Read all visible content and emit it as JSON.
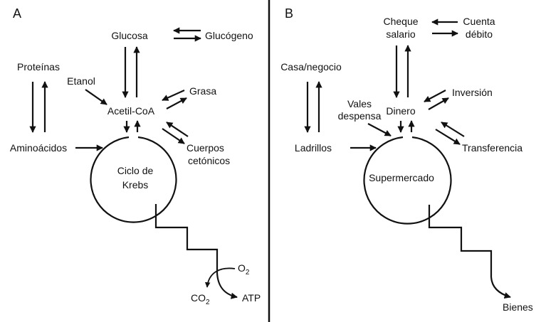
{
  "panel_a": {
    "letter": "A",
    "glucosa": "Glucosa",
    "glucogeno": "Glucógeno",
    "proteinas": "Proteínas",
    "etanol": "Etanol",
    "acetil_coa": "Acetil-CoA",
    "grasa": "Grasa",
    "aminoacidos": "Aminoácidos",
    "cuerpos_1": "Cuerpos",
    "cuerpos_2": "cetónicos",
    "ciclo_1": "Ciclo de",
    "ciclo_2": "Krebs",
    "o2_base": "O",
    "o2_sub": "2",
    "co2_base": "CO",
    "co2_sub": "2",
    "atp": "ATP"
  },
  "panel_b": {
    "letter": "B",
    "cheque_1": "Cheque",
    "cheque_2": "salario",
    "cuenta_1": "Cuenta",
    "cuenta_2": "débito",
    "casa": "Casa/negocio",
    "inversion": "Inversión",
    "vales_1": "Vales",
    "vales_2": "despensa",
    "dinero": "Dinero",
    "ladrillos": "Ladrillos",
    "transferencia": "Transferencia",
    "supermercado": "Supermercado",
    "bienes": "Bienes"
  },
  "colors": {
    "ink": "#111111",
    "background": "#ffffff"
  }
}
